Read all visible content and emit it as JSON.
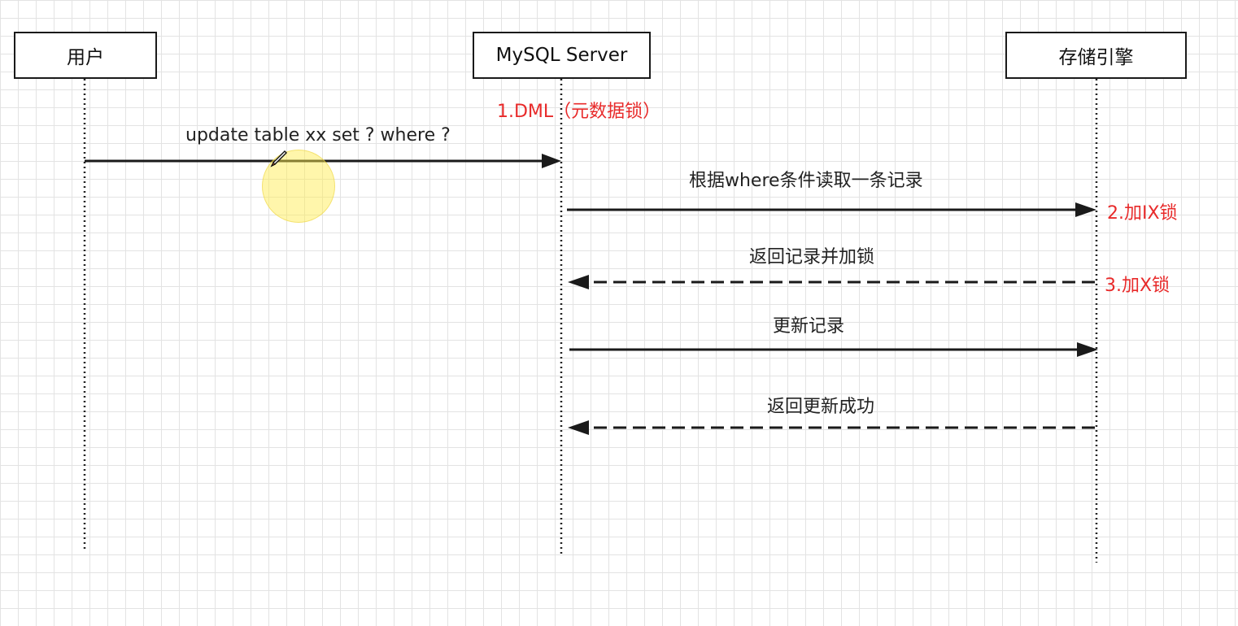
{
  "participants": [
    {
      "id": "user",
      "label": "用户"
    },
    {
      "id": "server",
      "label": "MySQL Server"
    },
    {
      "id": "engine",
      "label": "存储引擎"
    }
  ],
  "messages": [
    {
      "from": "user",
      "to": "server",
      "label": "update table xx set ? where  ?",
      "style": "solid"
    },
    {
      "from": "server",
      "to": "engine",
      "label": "根据where条件读取一条记录",
      "style": "solid"
    },
    {
      "from": "engine",
      "to": "server",
      "label": "返回记录并加锁",
      "style": "dashed"
    },
    {
      "from": "server",
      "to": "engine",
      "label": "更新记录",
      "style": "solid"
    },
    {
      "from": "engine",
      "to": "server",
      "label": "返回更新成功",
      "style": "dashed"
    }
  ],
  "notes": [
    {
      "label": "1.DML（元数据锁）",
      "color": "#e82a2a"
    },
    {
      "label": "2.加IX锁",
      "color": "#e82a2a"
    },
    {
      "label": "3.加X锁",
      "color": "#e82a2a"
    }
  ],
  "colors": {
    "line": "#1a1a1a",
    "grid": "#e3e3e3",
    "annotation": "#e82a2a",
    "cursor_highlight": "#fff050"
  },
  "cursor": {
    "icon": "pencil-icon",
    "highlight": "cursor-highlight"
  }
}
